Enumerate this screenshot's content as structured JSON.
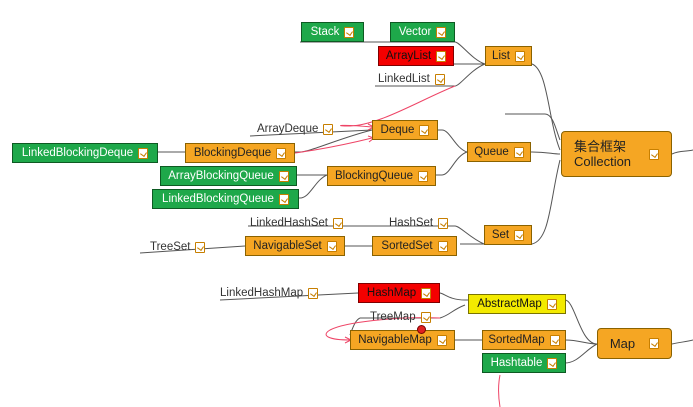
{
  "nodes": {
    "collection": "集合框架",
    "collection2": "Collection",
    "map": "Map",
    "list": "List",
    "queue": "Queue",
    "set": "Set",
    "stack": "Stack",
    "vector": "Vector",
    "arraylist": "ArrayList",
    "linkedlist": "LinkedList",
    "arraydeque": "ArrayDeque",
    "deque": "Deque",
    "linkedblockingdeque": "LinkedBlockingDeque",
    "blockingdeque": "BlockingDeque",
    "arrayblockingqueue": "ArrayBlockingQueue",
    "blockingqueue": "BlockingQueue",
    "linkedblockingqueue": "LinkedBlockingQueue",
    "linkedhashset": "LinkedHashSet",
    "hashset": "HashSet",
    "treeset": "TreeSet",
    "navigableset": "NavigableSet",
    "sortedset": "SortedSet",
    "linkedhashmap": "LinkedHashMap",
    "hashmap": "HashMap",
    "abstractmap": "AbstractMap",
    "treemap": "TreeMap",
    "navigablemap": "NavigableMap",
    "sortedmap": "SortedMap",
    "hashtable": "Hashtable"
  },
  "colors": {
    "orange": "#f5a623",
    "green": "#1ea84a",
    "red": "#f40000",
    "yellow": "#f3ea00",
    "line": "#555555",
    "arrow": "#ee4466"
  },
  "icons": [
    "note-icon"
  ]
}
